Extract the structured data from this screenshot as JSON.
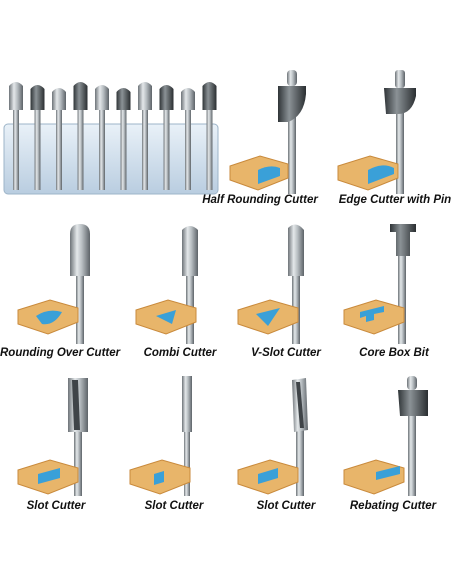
{
  "items": [
    {
      "label": "Half Rounding Cutter"
    },
    {
      "label": "Edge Cutter with Pin"
    },
    {
      "label": "Rounding Over Cutter"
    },
    {
      "label": "Combi Cutter"
    },
    {
      "label": "V-Slot Cutter"
    },
    {
      "label": "Core Box Bit"
    },
    {
      "label": "Slot Cutter"
    },
    {
      "label": "Slot Cutter"
    },
    {
      "label": "Slot Cutter"
    },
    {
      "label": "Rebating Cutter"
    }
  ],
  "colors": {
    "wood": "#e8b56a",
    "wood_dark": "#c98a3c",
    "groove": "#3aa0d8",
    "steel": "#9ea5aa",
    "steel_dark": "#555b60"
  }
}
